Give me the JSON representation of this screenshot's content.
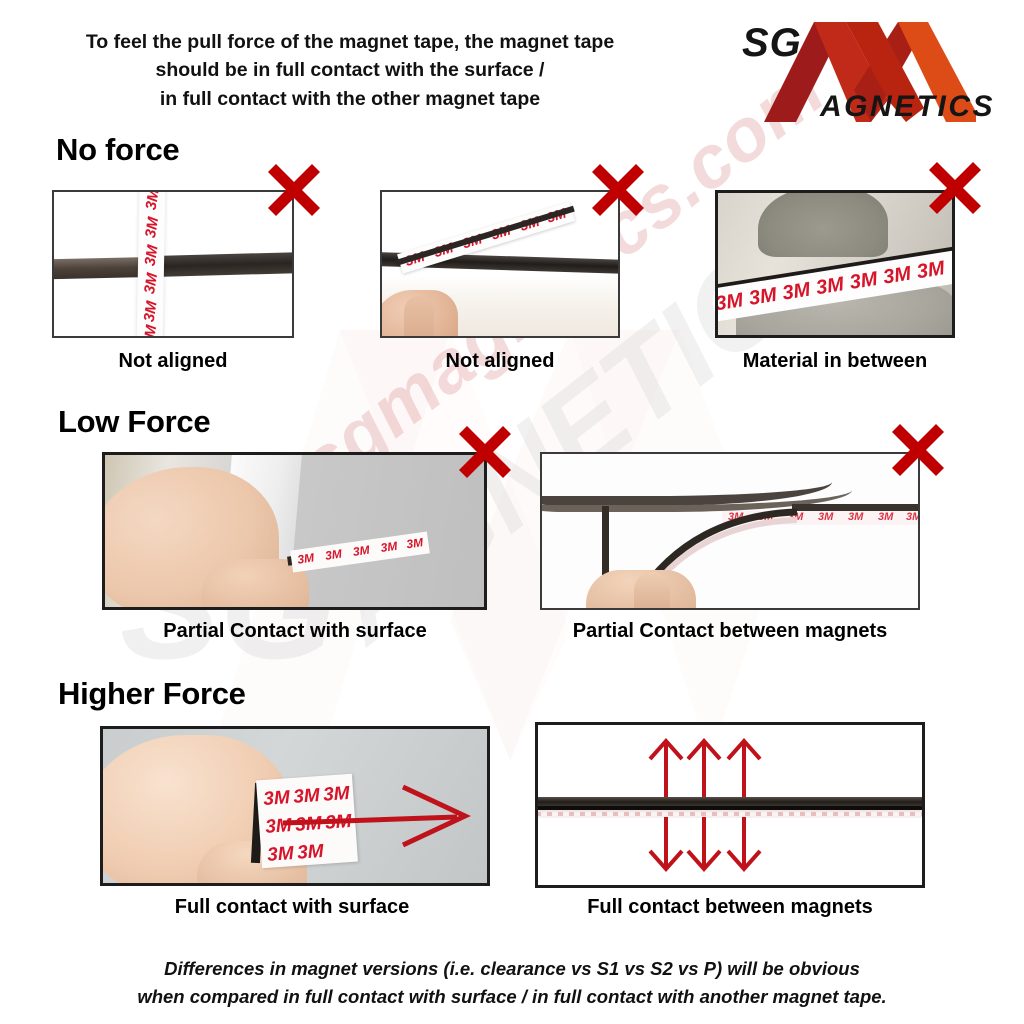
{
  "header": {
    "line1": "To feel the pull force of the magnet tape, the magnet tape",
    "line2": "should be in full contact with the surface /",
    "line3": "in full contact with the other magnet tape"
  },
  "logo": {
    "sg_text": "SG",
    "agnetics_text": "AGNETICS",
    "color_dark_red": "#9e1b1b",
    "color_mid_red": "#c12a18",
    "color_orange": "#dd4c17",
    "color_black": "#151515"
  },
  "watermark": {
    "site": "www.sgmagnetics.com",
    "brand_sg": "SG",
    "brand_agnetics": "AGNETICS",
    "color": "#d98c8c"
  },
  "sections": [
    {
      "id": "no-force",
      "heading": "No force",
      "panels": [
        {
          "id": "not-aligned-cross",
          "caption": "Not aligned",
          "badge": "red-x"
        },
        {
          "id": "not-aligned-angle",
          "caption": "Not aligned",
          "badge": "red-x"
        },
        {
          "id": "material-between",
          "caption": "Material in between",
          "badge": "red-x"
        }
      ]
    },
    {
      "id": "low-force",
      "heading": "Low Force",
      "panels": [
        {
          "id": "partial-surface",
          "caption": "Partial Contact with surface",
          "badge": "red-x"
        },
        {
          "id": "partial-magnets",
          "caption": "Partial Contact between magnets",
          "badge": "red-x"
        }
      ]
    },
    {
      "id": "higher-force",
      "heading": "Higher Force",
      "panels": [
        {
          "id": "full-surface",
          "caption": "Full contact with surface",
          "badge": "none"
        },
        {
          "id": "full-magnets",
          "caption": "Full contact between magnets",
          "badge": "none"
        }
      ]
    }
  ],
  "tape_brand_label": "3M",
  "colors": {
    "red_x": "#c00000",
    "arrow_red": "#c0121b",
    "panel_border": "#3a3a3a",
    "text": "#111111"
  },
  "footer": {
    "line1": "Differences in magnet versions (i.e. clearance vs S1 vs S2 vs P) will be obvious",
    "line2": "when compared in full contact with surface / in full contact with another magnet tape."
  }
}
